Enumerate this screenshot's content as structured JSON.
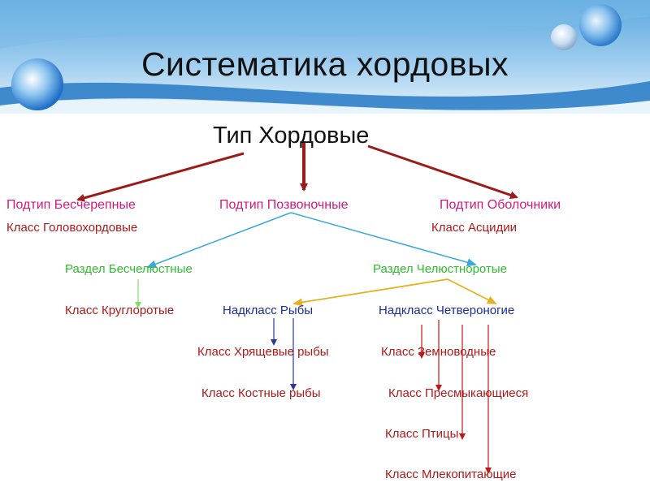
{
  "slide": {
    "title": "Систематика хордовых",
    "colors": {
      "banner_top": "#5aa6de",
      "banner_bottom": "#d8ecf8",
      "wave": "#2f7fc8",
      "pink_text": "#d4187e",
      "red_text": "#b01818",
      "blue_text": "#1b2e9a",
      "green_text": "#2fbd2f",
      "arrow_dark_red": "#9b1a1a",
      "arrow_blue": "#3aa8d8",
      "arrow_yellow": "#e6b020",
      "arrow_green": "#7fdc6a"
    }
  },
  "diagram": {
    "root": "Тип Хордовые",
    "subtypes": {
      "acrania": "Подтип Бесчерепные",
      "vertebrata": "Подтип Позвоночные",
      "tunicata": "Подтип Оболочники"
    },
    "classes": {
      "cephalochordata": "Класс Головохордовые",
      "ascidiacea": "Класс Асцидии",
      "cyclostomata": "Класс Круглоротые",
      "chondrichthyes": "Класс Хрящевые рыбы",
      "osteichthyes": "Класс Костные рыбы",
      "amphibia": "Класс Земноводные",
      "reptilia": "Класс Пресмыкающиеся",
      "aves": "Класс Птицы",
      "mammalia": "Класс Млекопитающие"
    },
    "divisions": {
      "agnatha": "Раздел Бесчелюстные",
      "gnathostomata": "Раздел Челюстноротые"
    },
    "superclasses": {
      "pisces": "Надкласс Рыбы",
      "tetrapoda": "Надкласс Четвероногие"
    }
  }
}
